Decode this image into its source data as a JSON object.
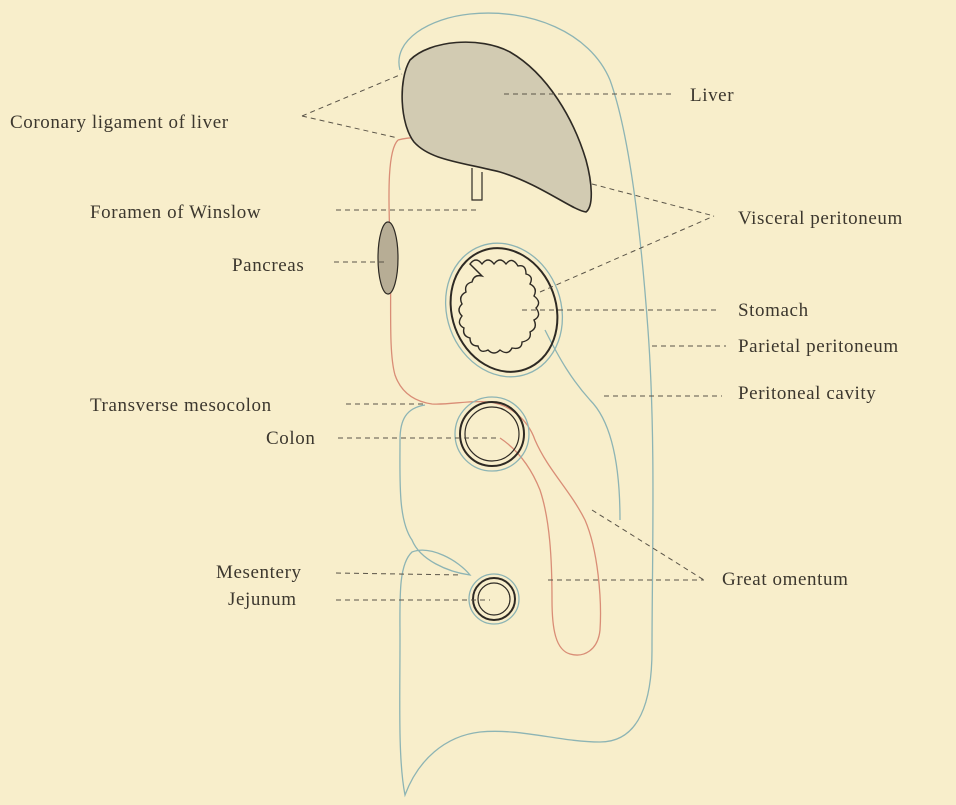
{
  "labels": {
    "coronary_ligament": "Coronary ligament of liver",
    "foramen_winslow": "Foramen of Winslow",
    "pancreas": "Pancreas",
    "transverse_mesocolon": "Transverse mesocolon",
    "colon": "Colon",
    "mesentery": "Mesentery",
    "jejunum": "Jejunum",
    "liver": "Liver",
    "visceral_peritoneum": "Visceral peritoneum",
    "stomach": "Stomach",
    "parietal_peritoneum": "Parietal peritoneum",
    "peritoneal_cavity": "Peritoneal cavity",
    "great_omentum": "Great omentum"
  },
  "colors": {
    "background": "#f8eecb",
    "parietal_peritoneum_line": "#8db4b4",
    "visceral_peritoneum_line": "#d98d76",
    "liver_fill": "#d2cbb2",
    "organ_outline": "#2e2a24"
  }
}
